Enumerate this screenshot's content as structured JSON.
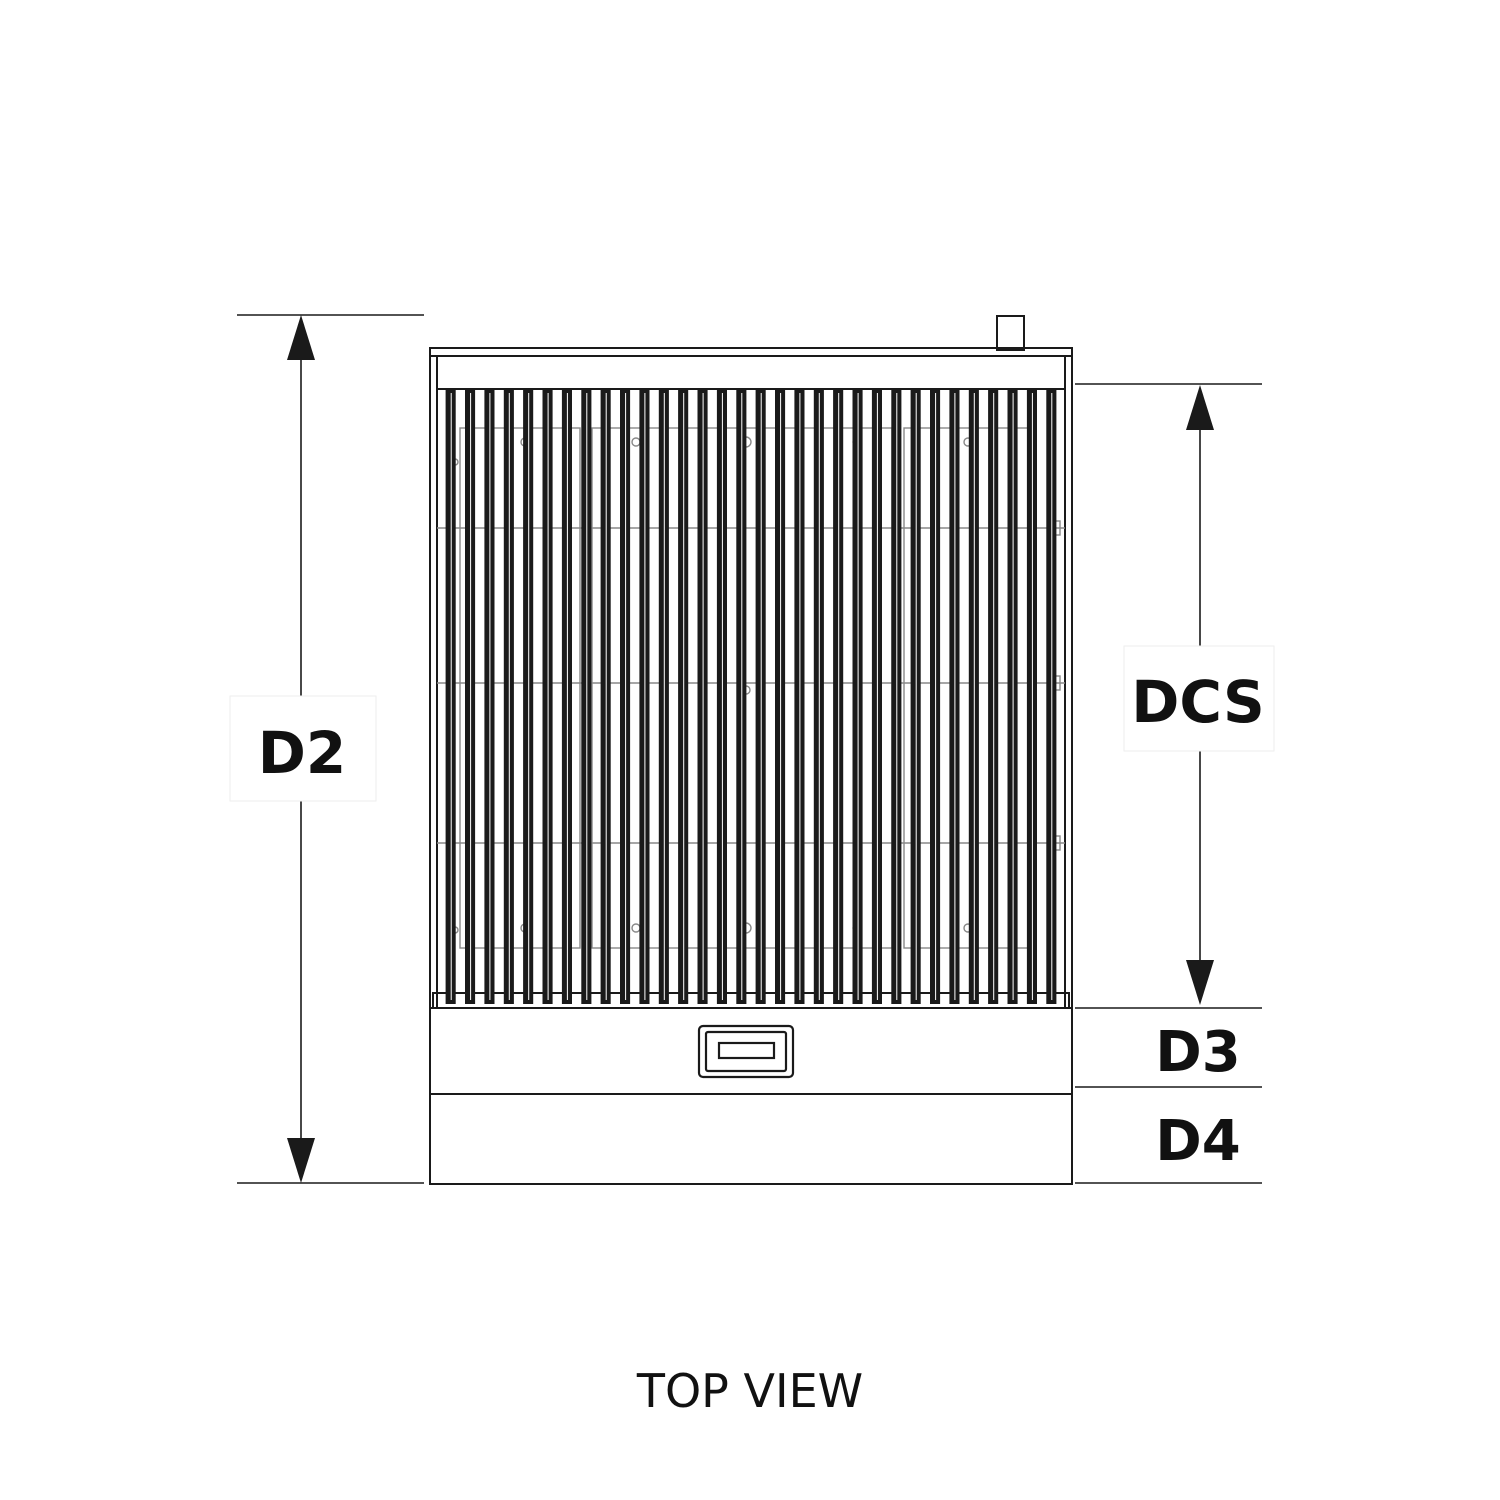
{
  "diagram": {
    "caption": "TOP VIEW",
    "dimensions": {
      "d2": "D2",
      "dcs": "DCS",
      "d3": "D3",
      "d4": "D4"
    },
    "colors": {
      "line": "#1a1a1a",
      "bar_fill": "#1a1a1a",
      "background": "#ffffff",
      "label_box": "#ffffff"
    },
    "grate": {
      "sections": 4,
      "bars_per_section": 8
    }
  }
}
